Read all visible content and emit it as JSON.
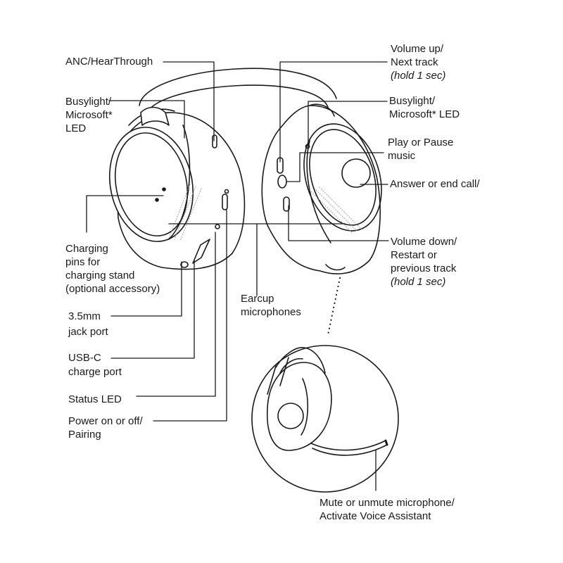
{
  "labels": {
    "anc": [
      "ANC/HearThrough"
    ],
    "busylight_left": [
      "Busylight/",
      "Microsoft*",
      "LED"
    ],
    "charging_pins": [
      "Charging",
      "pins for",
      "charging stand",
      "(optional accessory)"
    ],
    "jack": [
      "3.5mm",
      "jack port"
    ],
    "usbc": [
      "USB-C",
      "charge port"
    ],
    "status_led": [
      "Status LED"
    ],
    "power": [
      "Power on or off/",
      "Pairing"
    ],
    "volume_up": [
      "Volume up/",
      "Next track"
    ],
    "volume_up_hold": "(hold 1 sec)",
    "busylight_right": [
      "Busylight/",
      "Microsoft* LED"
    ],
    "play_pause": [
      "Play or Pause",
      "music"
    ],
    "answer_call": [
      "Answer or end call/"
    ],
    "volume_down": [
      "Volume down/",
      "Restart or",
      "previous track"
    ],
    "volume_down_hold": "(hold 1 sec)",
    "earcup_mics": [
      "Earcup",
      "microphones"
    ],
    "mute": [
      "Mute or unmute microphone/",
      "Activate Voice Assistant"
    ]
  },
  "colors": {
    "line": "#1a1a1a",
    "grille": "#9a9a9a",
    "fill": "#ffffff"
  }
}
